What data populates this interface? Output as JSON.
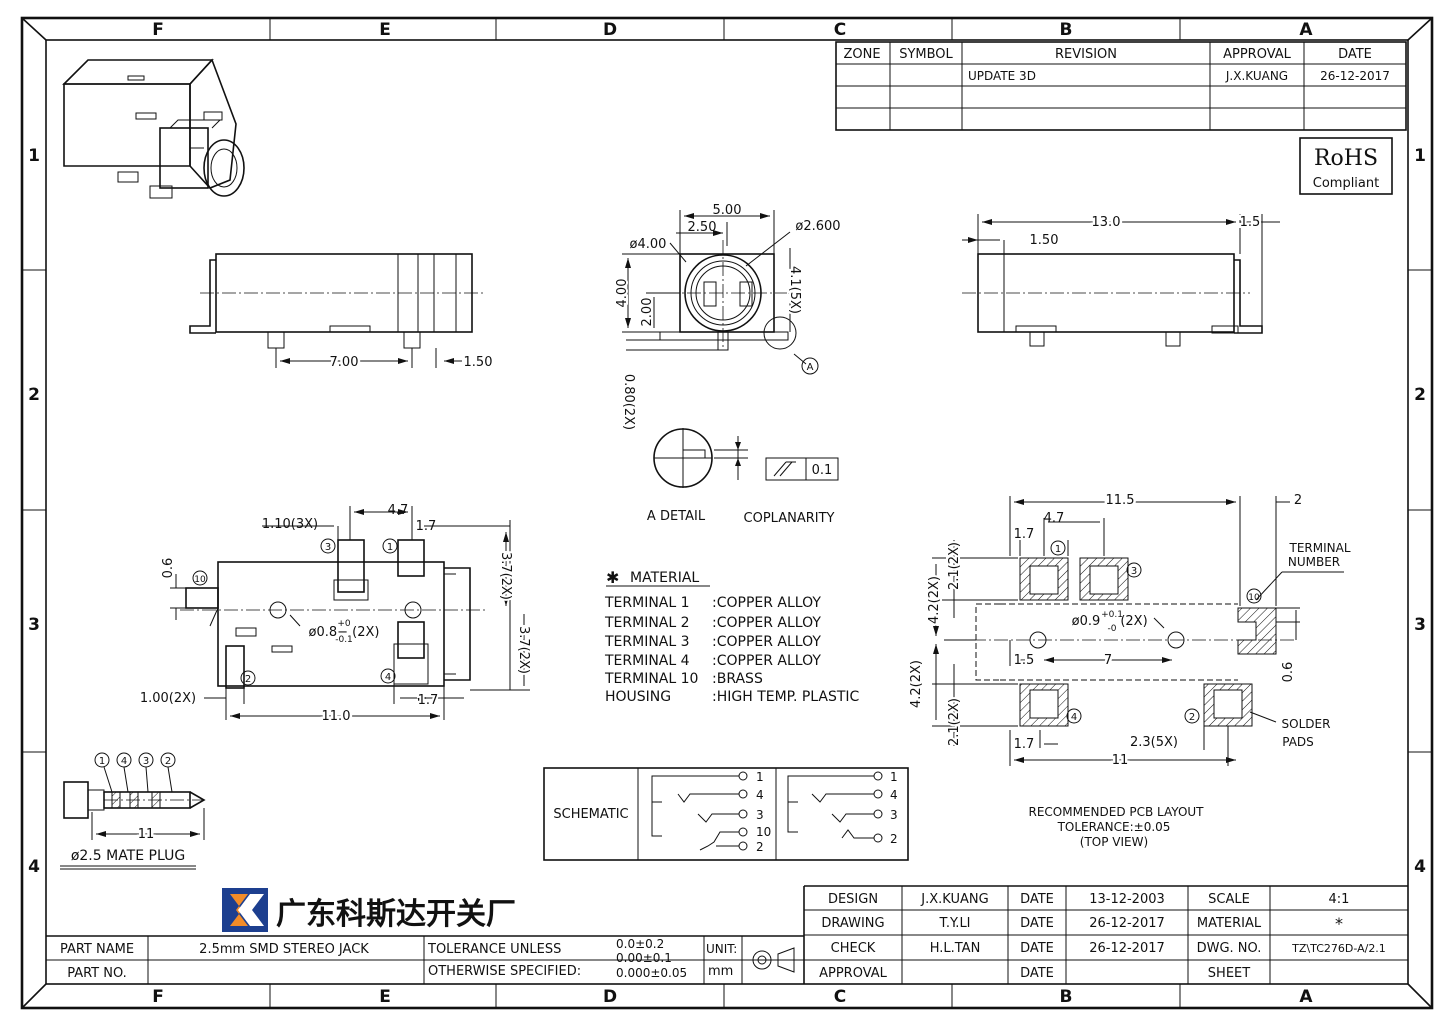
{
  "border": {
    "columns": [
      "F",
      "E",
      "D",
      "C",
      "B",
      "A"
    ],
    "rows": [
      "1",
      "2",
      "3",
      "4"
    ]
  },
  "revision": {
    "headers": [
      "ZONE",
      "SYMBOL",
      "REVISION",
      "APPROVAL",
      "DATE"
    ],
    "row": {
      "revision": "UPDATE 3D",
      "approval": "J.X.KUANG",
      "date": "26-12-2017"
    }
  },
  "rohs": {
    "title": "RoHS",
    "subtitle": "Compliant"
  },
  "side_view": {
    "dim1": "7.00",
    "dim2": "1.50"
  },
  "front_view": {
    "d_top": "5.00",
    "d_half": "2.50",
    "d_bore": "ø2.600",
    "d_outer": "ø4.00",
    "h4": "4.00",
    "h2": "2.00",
    "h41": "4.1(5X)",
    "h08": "0.80(2X)",
    "datum": "A"
  },
  "right_view": {
    "d13": "13.0",
    "d15": "1.5",
    "d150": "1.50"
  },
  "detail": {
    "label": "A DETAIL",
    "coplanarity": "COPLANARITY",
    "fcf_value": "0.1"
  },
  "top_view": {
    "d110": "1.10(3X)",
    "d47": "4.7",
    "d17": "1.7",
    "d06": "0.6",
    "d37a": "3.7(2X)",
    "d37b": "3.7(2X)",
    "hole": "ø0.8− (2X)",
    "hole_tol_up": "+0",
    "hole_tol_dn": "-0.1",
    "d100": "1.00(2X)",
    "d110b": "11.0",
    "d17b": "1.7",
    "pins": [
      "3",
      "1",
      "10",
      "2",
      "4"
    ]
  },
  "material": {
    "title": "MATERIAL",
    "rows": [
      {
        "name": "TERMINAL 1",
        "value": ":COPPER ALLOY"
      },
      {
        "name": "TERMINAL 2",
        "value": ":COPPER ALLOY"
      },
      {
        "name": "TERMINAL 3",
        "value": ":COPPER ALLOY"
      },
      {
        "name": "TERMINAL 4",
        "value": ":COPPER ALLOY"
      },
      {
        "name": "TERMINAL 10",
        "value": ":BRASS"
      },
      {
        "name": "HOUSING",
        "value": ":HIGH TEMP. PLASTIC"
      }
    ]
  },
  "pcb": {
    "d115": "11.5",
    "d2": "2",
    "d47": "4.7",
    "d17": "1.7",
    "d21a": "2.1(2X)",
    "d42a": "4.2(2X)",
    "hole": "ø0.9",
    "hole_tol_up": "+0.1",
    "hole_tol_dn": "-0",
    "hole_qty": "(2X)",
    "d15": "1.5",
    "d7": "7",
    "d06": "0.6",
    "d42b": "4.2(2X)",
    "d21b": "2.1(2X)",
    "d17b": "1.7",
    "d23": "2.3(5X)",
    "d11": "11",
    "terminal_label1": "TERMINAL",
    "terminal_label2": "NUMBER",
    "solder1": "SOLDER",
    "solder2": "PADS",
    "pins": [
      "1",
      "3",
      "10",
      "4",
      "2"
    ],
    "caption": [
      "RECOMMENDED PCB LAYOUT",
      "TOLERANCE:±0.05",
      "(TOP VIEW)"
    ]
  },
  "plug": {
    "labels": [
      "1",
      "4",
      "3",
      "2"
    ],
    "dim": "11",
    "caption": "ø2.5 MATE PLUG"
  },
  "schematic": {
    "label": "SCHEMATIC",
    "left_pins": [
      "1",
      "4",
      "3",
      "10",
      "2"
    ],
    "right_pins": [
      "1",
      "4",
      "3",
      "2"
    ]
  },
  "title_block": {
    "company": "广东科斯达开关厂",
    "part_name_label": "PART NAME",
    "part_name": "2.5mm SMD STEREO JACK",
    "part_no_label": "PART NO.",
    "tol_label1": "TOLERANCE UNLESS",
    "tol_label2": "OTHERWISE SPECIFIED:",
    "tol_values": [
      "0.0±0.2",
      "0.00±0.1",
      "0.000±0.05"
    ],
    "unit_label": "UNIT:",
    "unit": "mm",
    "rows": [
      {
        "label": "DESIGN",
        "name": "J.X.KUANG",
        "dlabel": "DATE",
        "date": "13-12-2003",
        "klabel": "SCALE",
        "kvalue": "4:1"
      },
      {
        "label": "DRAWING",
        "name": "T.Y.LI",
        "dlabel": "DATE",
        "date": "26-12-2017",
        "klabel": "MATERIAL",
        "kvalue": "*"
      },
      {
        "label": "CHECK",
        "name": "H.L.TAN",
        "dlabel": "DATE",
        "date": "26-12-2017",
        "klabel": "DWG. NO.",
        "kvalue": "TZ\\TC276D-A/2.1"
      },
      {
        "label": "APPROVAL",
        "name": "",
        "dlabel": "DATE",
        "date": "",
        "klabel": "SHEET",
        "kvalue": ""
      }
    ]
  }
}
